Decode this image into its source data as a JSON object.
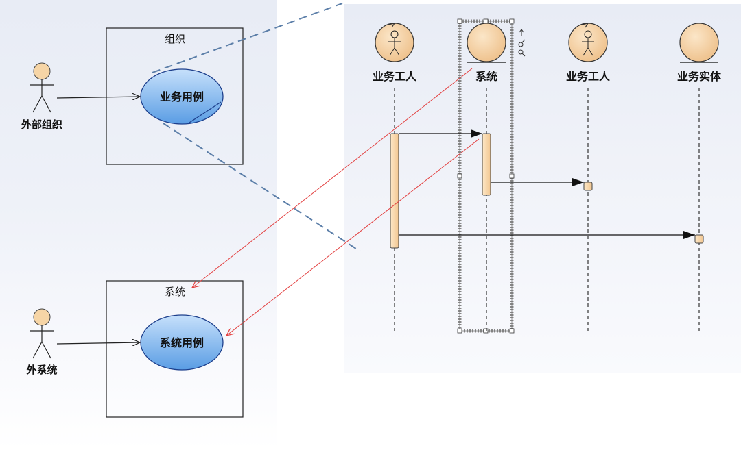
{
  "use_case_view": {
    "org_boundary_label": "组织",
    "org_actor_label": "外部组织",
    "business_use_case_label": "业务用例",
    "system_boundary_label": "系统",
    "system_actor_label": "外系统",
    "system_use_case_label": "系统用例"
  },
  "sequence_view": {
    "lifelines": [
      {
        "kind": "business-worker",
        "label": "业务工人"
      },
      {
        "kind": "business-entity",
        "label": "系统"
      },
      {
        "kind": "business-worker",
        "label": "业务工人"
      },
      {
        "kind": "business-entity",
        "label": "业务实体"
      }
    ]
  },
  "colors": {
    "actor_fill": "#f6d5a6",
    "lifeline_head_fill": "#f7cfa0",
    "use_case_fill": "#84bcf0",
    "trace_arrow": "#e34141",
    "zoom_dash": "#5b7ea8",
    "activation_fill": "#fbdcb2"
  }
}
